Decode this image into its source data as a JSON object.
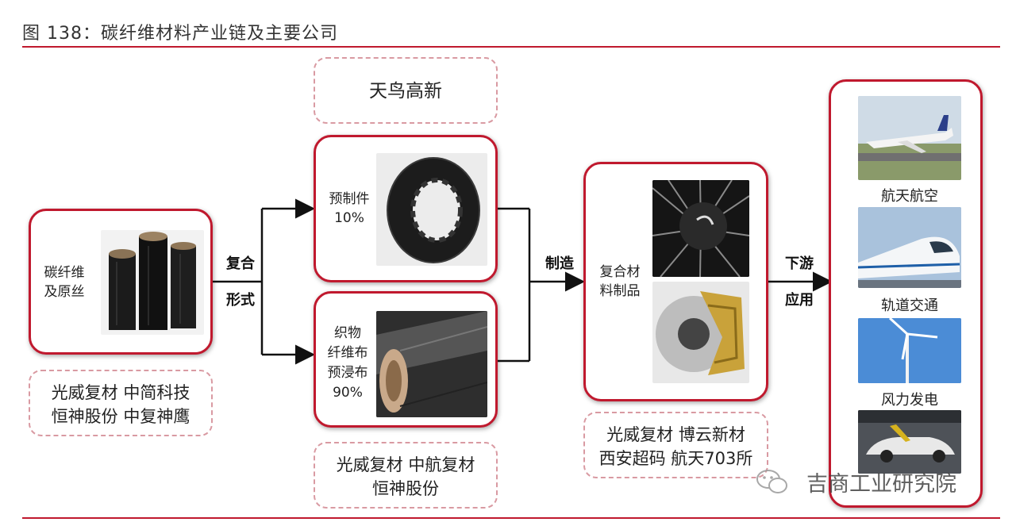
{
  "title": "图 138：碳纤维材料产业链及主要公司",
  "raw": {
    "label_line1": "碳纤维",
    "label_line2": "及原丝",
    "companies_line1": "光威复材  中简科技",
    "companies_line2": "恒神股份  中复神鹰"
  },
  "composite_form": {
    "label_line1": "复合",
    "label_line2": "形式"
  },
  "top_company": "天鸟高新",
  "preform": {
    "label_line1": "预制件",
    "label_line2": "10%"
  },
  "prepreg": {
    "label_line1": "织物",
    "label_line2": "纤维布",
    "label_line3": "预浸布",
    "label_line4": "90%"
  },
  "middle_companies": {
    "line1": "光威复材  中航复材",
    "line2": "恒神股份"
  },
  "manufacture": {
    "label": "制造"
  },
  "composite_products": {
    "label_line1": "复合材",
    "label_line2": "料制品",
    "companies_line1": "光威复材  博云新材",
    "companies_line2": "西安超码  航天703所"
  },
  "downstream": {
    "label_line1": "下游",
    "label_line2": "应用"
  },
  "applications": [
    "航天航空",
    "轨道交通",
    "风力发电"
  ],
  "watermark": "吉商工业研究院",
  "colors": {
    "accent": "#c0192e",
    "dashed": "#d99aa2"
  }
}
